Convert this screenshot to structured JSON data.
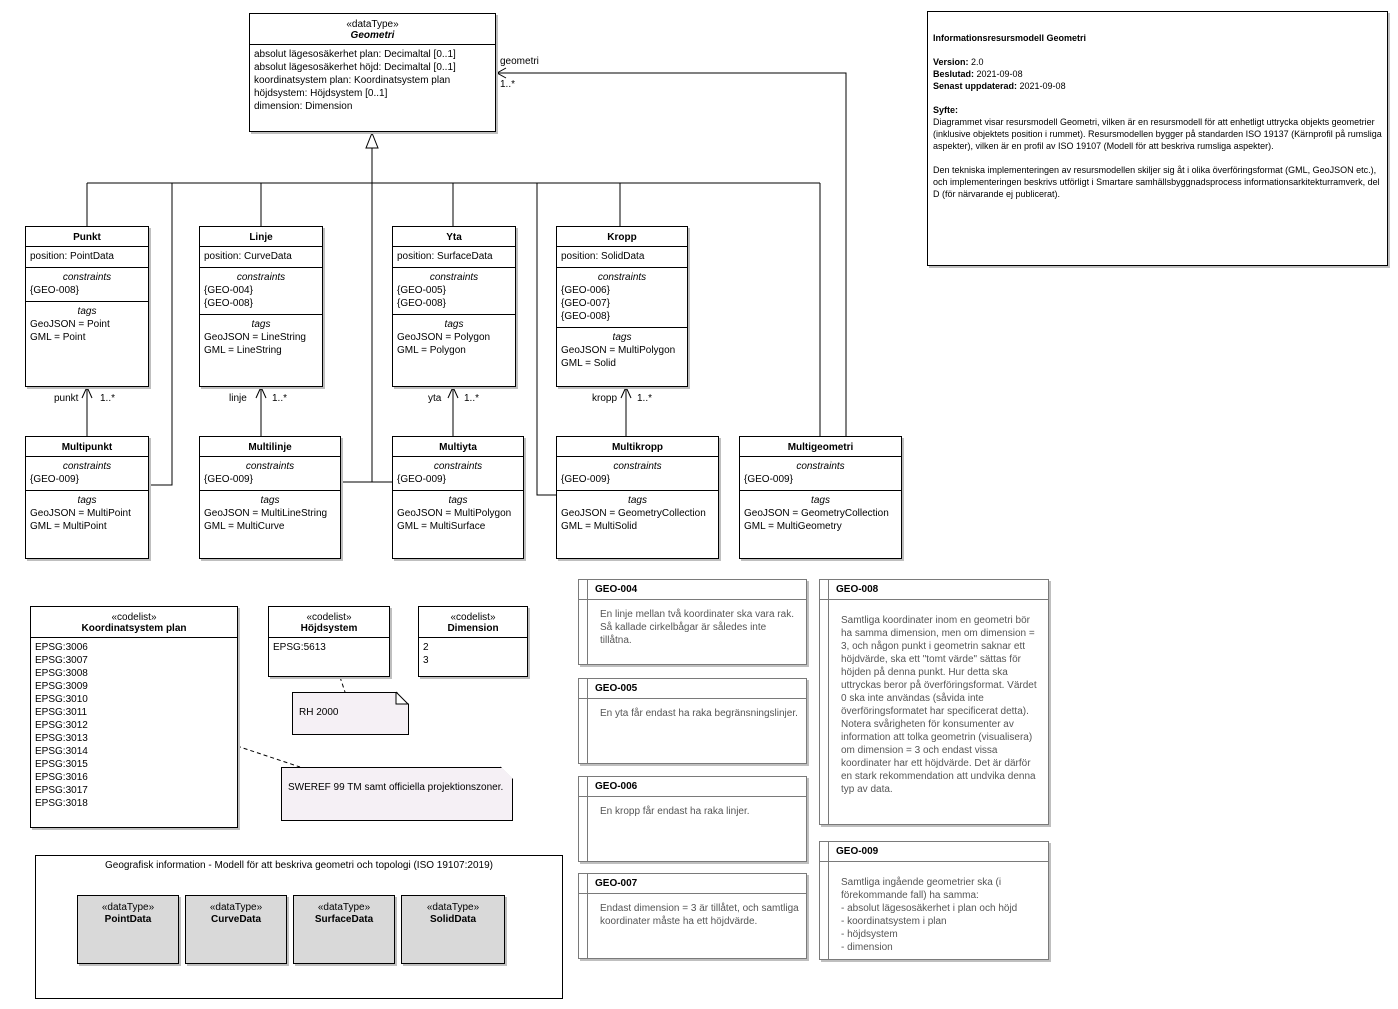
{
  "geometri": {
    "stereotype": "«dataType»",
    "name": "Geometri",
    "attributes": [
      "absolut lägesosäkerhet plan: Decimaltal [0..1]",
      "absolut lägesosäkerhet höjd: Decimaltal [0..1]",
      "koordinatsystem plan: Koordinatsystem plan",
      "höjdsystem: Höjdsystem [0..1]",
      "dimension: Dimension"
    ],
    "assoc_role": "geometri",
    "assoc_mult": "1..*"
  },
  "classes": {
    "punkt": {
      "name": "Punkt",
      "position": "position: PointData",
      "constraints_title": "constraints",
      "constraints": [
        "{GEO-008}"
      ],
      "tags_title": "tags",
      "tags": [
        "GeoJSON = Point",
        "GML = Point"
      ]
    },
    "linje": {
      "name": "Linje",
      "position": "position: CurveData",
      "constraints_title": "constraints",
      "constraints": [
        "{GEO-004}",
        "{GEO-008}"
      ],
      "tags_title": "tags",
      "tags": [
        "GeoJSON = LineString",
        "GML = LineString"
      ]
    },
    "yta": {
      "name": "Yta",
      "position": "position: SurfaceData",
      "constraints_title": "constraints",
      "constraints": [
        "{GEO-005}",
        "{GEO-008}"
      ],
      "tags_title": "tags",
      "tags": [
        "GeoJSON = Polygon",
        "GML = Polygon"
      ]
    },
    "kropp": {
      "name": "Kropp",
      "position": "position: SolidData",
      "constraints_title": "constraints",
      "constraints": [
        "{GEO-006}",
        "{GEO-007}",
        "{GEO-008}"
      ],
      "tags_title": "tags",
      "tags": [
        "GeoJSON = MultiPolygon",
        "GML = Solid"
      ]
    },
    "multipunkt": {
      "name": "Multipunkt",
      "constraints_title": "constraints",
      "constraints": [
        "{GEO-009}"
      ],
      "tags_title": "tags",
      "tags": [
        "GeoJSON = MultiPoint",
        "GML = MultiPoint"
      ],
      "role": "punkt",
      "mult": "1..*"
    },
    "multilinje": {
      "name": "Multilinje",
      "constraints_title": "constraints",
      "constraints": [
        "{GEO-009}"
      ],
      "tags_title": "tags",
      "tags": [
        "GeoJSON = MultiLineString",
        "GML = MultiCurve"
      ],
      "role": "linje",
      "mult": "1..*"
    },
    "multiyta": {
      "name": "Multiyta",
      "constraints_title": "constraints",
      "constraints": [
        "{GEO-009}"
      ],
      "tags_title": "tags",
      "tags": [
        "GeoJSON = MultiPolygon",
        "GML = MultiSurface"
      ],
      "role": "yta",
      "mult": "1..*"
    },
    "multikropp": {
      "name": "Multikropp",
      "constraints_title": "constraints",
      "constraints": [
        "{GEO-009}"
      ],
      "tags_title": "tags",
      "tags": [
        "GeoJSON = GeometryCollection",
        "GML = MultiSolid"
      ],
      "role": "kropp",
      "mult": "1..*"
    },
    "multigeometri": {
      "name": "Multigeometri",
      "constraints_title": "constraints",
      "constraints": [
        "{GEO-009}"
      ],
      "tags_title": "tags",
      "tags": [
        "GeoJSON = GeometryCollection",
        "GML = MultiGeometry"
      ]
    }
  },
  "codelists": {
    "koordinatsystem": {
      "stereotype": "«codelist»",
      "name": "Koordinatsystem plan",
      "values": [
        "EPSG:3006",
        "EPSG:3007",
        "EPSG:3008",
        "EPSG:3009",
        "EPSG:3010",
        "EPSG:3011",
        "EPSG:3012",
        "EPSG:3013",
        "EPSG:3014",
        "EPSG:3015",
        "EPSG:3016",
        "EPSG:3017",
        "EPSG:3018"
      ]
    },
    "hojdsystem": {
      "stereotype": "«codelist»",
      "name": "Höjdsystem",
      "values": [
        "EPSG:5613"
      ]
    },
    "dimension": {
      "stereotype": "«codelist»",
      "name": "Dimension",
      "values": [
        "2",
        "3"
      ]
    }
  },
  "comments": {
    "rh2000": "RH 2000",
    "sweref": "SWEREF 99 TM samt officiella projektionszoner."
  },
  "package": {
    "title": "Geografisk information - Modell för att beskriva geometri och topologi (ISO 19107:2019)",
    "items": [
      {
        "stereotype": "«dataType»",
        "name": "PointData"
      },
      {
        "stereotype": "«dataType»",
        "name": "CurveData"
      },
      {
        "stereotype": "«dataType»",
        "name": "SurfaceData"
      },
      {
        "stereotype": "«dataType»",
        "name": "SolidData"
      }
    ]
  },
  "constraints": {
    "geo004": {
      "id": "GEO-004",
      "text": "En linje mellan två koordinater ska vara rak. Så kallade cirkelbågar är således inte tillåtna."
    },
    "geo005": {
      "id": "GEO-005",
      "text": "En yta får endast ha raka begränsningslinjer."
    },
    "geo006": {
      "id": "GEO-006",
      "text": "En kropp får endast ha raka linjer."
    },
    "geo007": {
      "id": "GEO-007",
      "text": "Endast dimension = 3 är tillåtet, och samtliga  koordinater måste ha ett höjdvärde."
    },
    "geo008": {
      "id": "GEO-008",
      "text": "Samtliga koordinater inom en geometri bör ha samma dimension, men om dimension = 3, och någon punkt i geometrin saknar ett höjdvärde, ska ett \"tomt värde\" sättas för höjden på denna punkt. Hur detta ska uttryckas beror på överföringsformat. Värdet 0 ska inte användas (såvida inte överföringsformatet har specificerat detta).\nNotera svårigheten för konsumenter av information att tolka geometrin (visualisera) om dimension = 3 och endast vissa koordinater har ett höjdvärde. Det är därför en stark rekommendation att undvika denna typ av data."
    },
    "geo009": {
      "id": "GEO-009",
      "text": "Samtliga ingående geometrier ska (i förekommande fall) ha samma:\n- absolut lägesosäkerhet i plan och höjd\n- koordinatsystem i plan\n- höjdsystem\n- dimension"
    }
  },
  "info": {
    "title": "Informationsresursmodell Geometri",
    "version_label": "Version:",
    "version": "2.0",
    "beslutad_label": "Beslutad:",
    "beslutad": "2021-09-08",
    "uppdaterad_label": "Senast uppdaterad:",
    "uppdaterad": "2021-09-08",
    "syfte_label": "Syfte:",
    "syfte": "Diagrammet visar resursmodell Geometri, vilken är en resursmodell för att enhetligt uttrycka objekts geometrier (inklusive objektets position i rummet). Resursmodellen bygger på standarden ISO 19137 (Kärnprofil på rumsliga aspekter), vilken är en profil av ISO 19107 (Modell för att beskriva rumsliga aspekter).",
    "impl": "Den tekniska implementeringen av resursmodellen skiljer sig åt i olika överföringsformat (GML, GeoJSON etc.), och implementeringen beskrivs utförligt i Smartare samhällsbyggnadsprocess informationsarkitekturramverk, del D (för närvarande ej publicerat)."
  }
}
